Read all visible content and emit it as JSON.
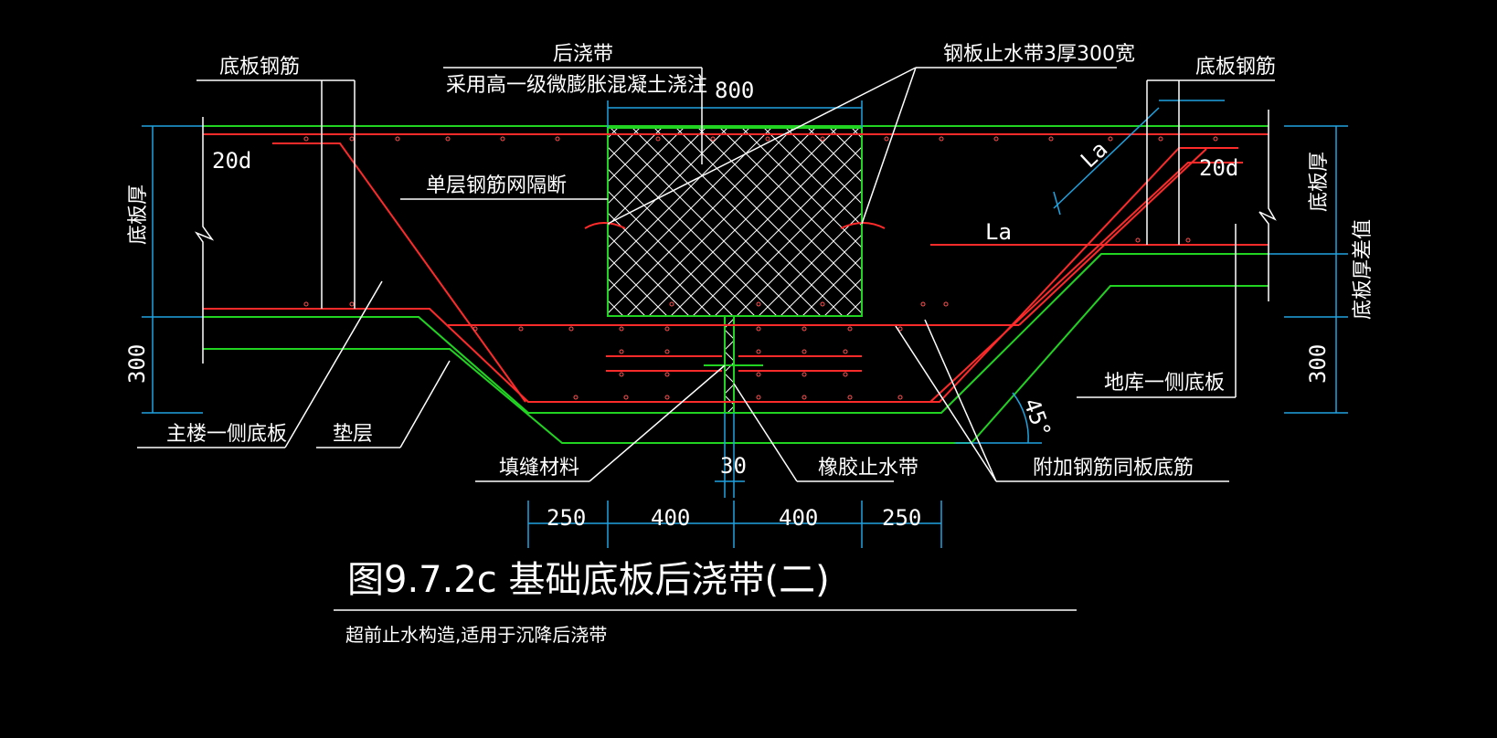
{
  "colors": {
    "background": "#000000",
    "rebar": "#ff2a2a",
    "concrete_edge": "#22d422",
    "dimension": "#1fa3e0",
    "leader": "#ffffff",
    "rebar_dot": "#ff5050"
  },
  "labels": {
    "bottom_slab_rebar_left": "底板钢筋",
    "post_pour_strip": "后浇带",
    "post_pour_note": "采用高一级微膨胀混凝土浇注",
    "steel_waterstop": "钢板止水带3厚300宽",
    "bottom_slab_rebar_right": "底板钢筋",
    "single_layer_mesh": "单层钢筋网隔断",
    "main_building_slab": "主楼一侧底板",
    "cushion": "垫层",
    "filler": "填缝材料",
    "rubber_waterstop": "橡胶止水带",
    "additional_rebar": "附加钢筋同板底筋",
    "garage_slab": "地库一侧底板",
    "anchor_20d_left": "20d",
    "anchor_20d_right": "20d",
    "la_slanted": "La",
    "la_horizontal": "La",
    "angle_45": "45°",
    "slab_thickness_left": "底板厚",
    "slab_thickness_right": "底板厚",
    "slab_thickness_diff": "底板厚差值",
    "dim_300_left": "300",
    "dim_300_right": "300"
  },
  "dimensions": {
    "strip_width": "800",
    "gap": "30",
    "bottom_segments": [
      "250",
      "400",
      "400",
      "250"
    ]
  },
  "title": {
    "main": "图9.7.2c 基础底板后浇带(二)",
    "subtitle": "超前止水构造,适用于沉降后浇带"
  }
}
